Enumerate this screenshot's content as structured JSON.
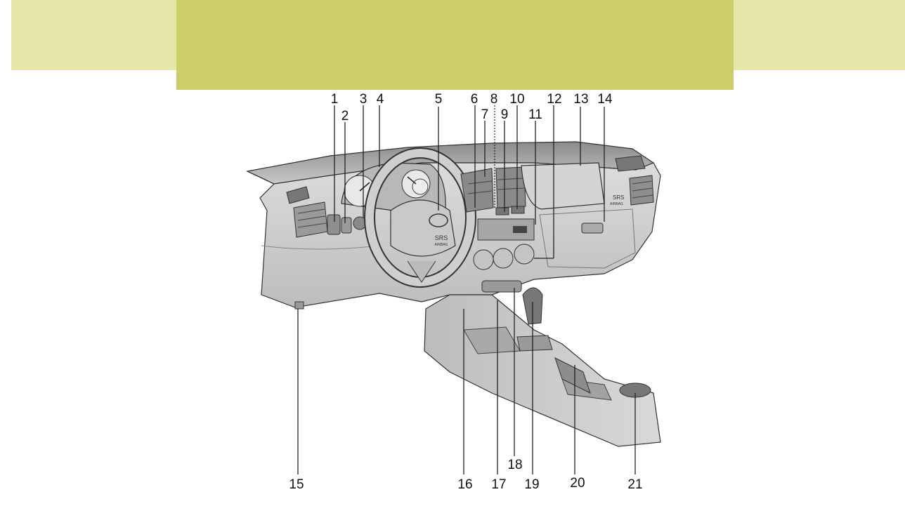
{
  "header": {
    "band_colors": {
      "light": "#e6e6a8",
      "dark": "#cdcd6a"
    }
  },
  "diagram": {
    "callouts": {
      "c1": "1",
      "c2": "2",
      "c3": "3",
      "c4": "4",
      "c5": "5",
      "c6": "6",
      "c7": "7",
      "c8": "8",
      "c9": "9",
      "c10": "10",
      "c11": "11",
      "c12": "12",
      "c13": "13",
      "c14": "14",
      "c15": "15",
      "c16": "16",
      "c17": "17",
      "c18": "18",
      "c19": "19",
      "c20": "20",
      "c21": "21"
    },
    "badges": {
      "wheel_srs": "SRS",
      "wheel_airbag": "AIRBAG",
      "dash_srs": "SRS",
      "dash_airbag": "AIRBAG"
    }
  }
}
